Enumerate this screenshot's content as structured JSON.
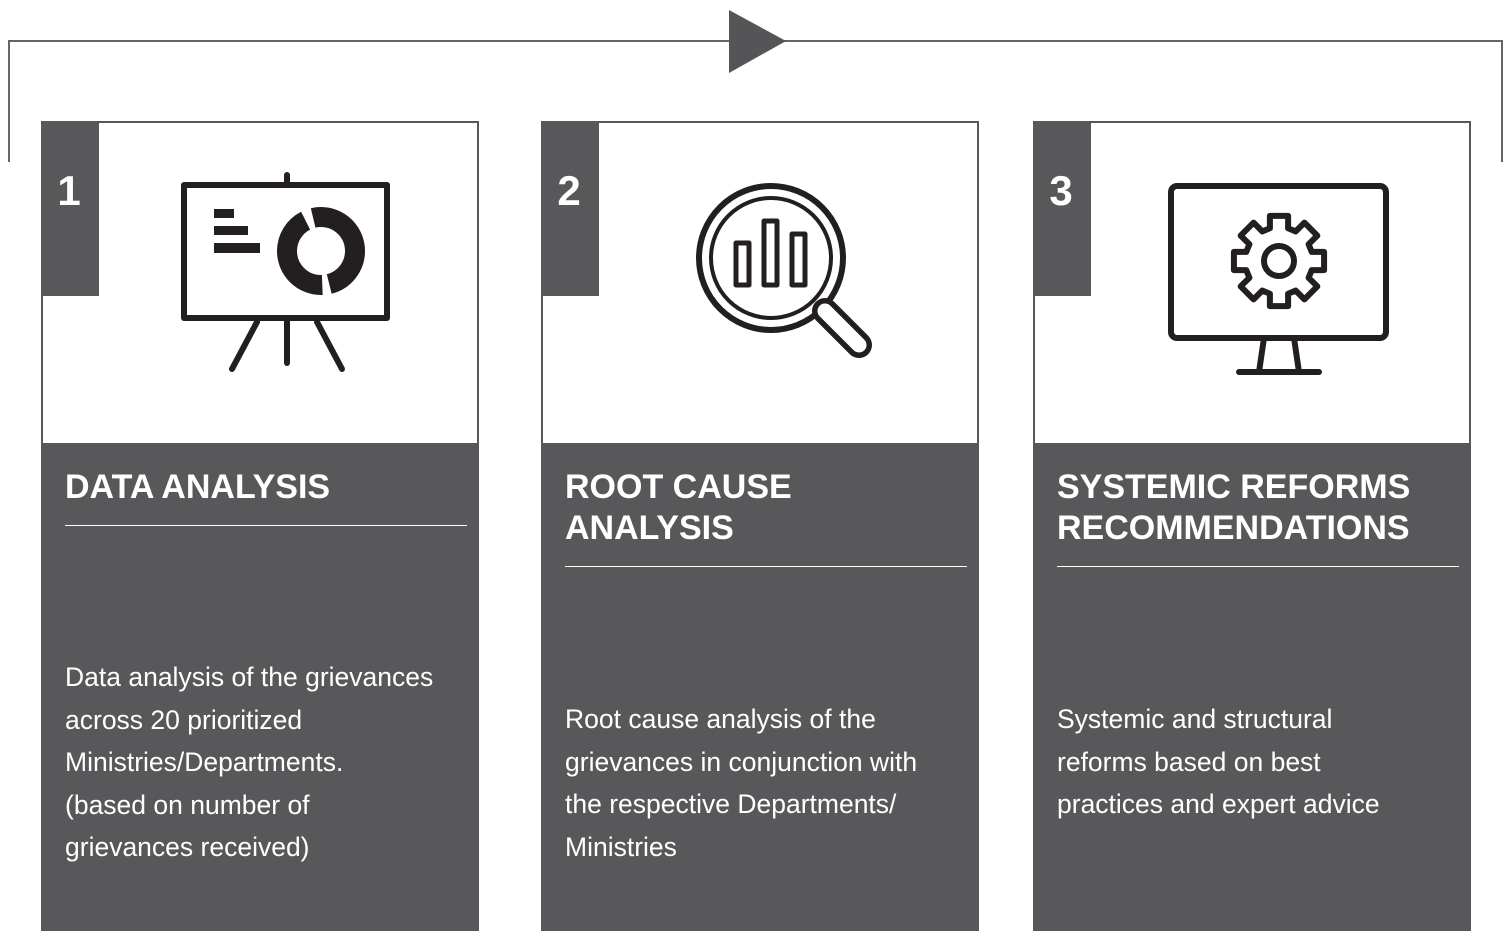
{
  "steps": [
    {
      "number": "1",
      "icon": "presentation-board-chart-icon",
      "title": "DATA ANALYSIS",
      "description": "Data analysis of the grievances\nacross 20 prioritized\nMinistries/Departments.\n(based on number of\ngrievances received)"
    },
    {
      "number": "2",
      "icon": "magnifier-bar-chart-icon",
      "title": "ROOT CAUSE\nANALYSIS",
      "description": "Root cause analysis of the\ngrievances in conjunction with\nthe respective Departments/\nMinistries"
    },
    {
      "number": "3",
      "icon": "monitor-gear-icon",
      "title": "SYSTEMIC REFORMS\nRECOMMENDATIONS",
      "description": "Systemic and structural\nreforms based on best\npractices and expert advice"
    }
  ],
  "colors": {
    "card_dark": "#58585a",
    "card_light": "#ffffff",
    "connector_line": "#666666",
    "icon_stroke": "#231f20"
  }
}
